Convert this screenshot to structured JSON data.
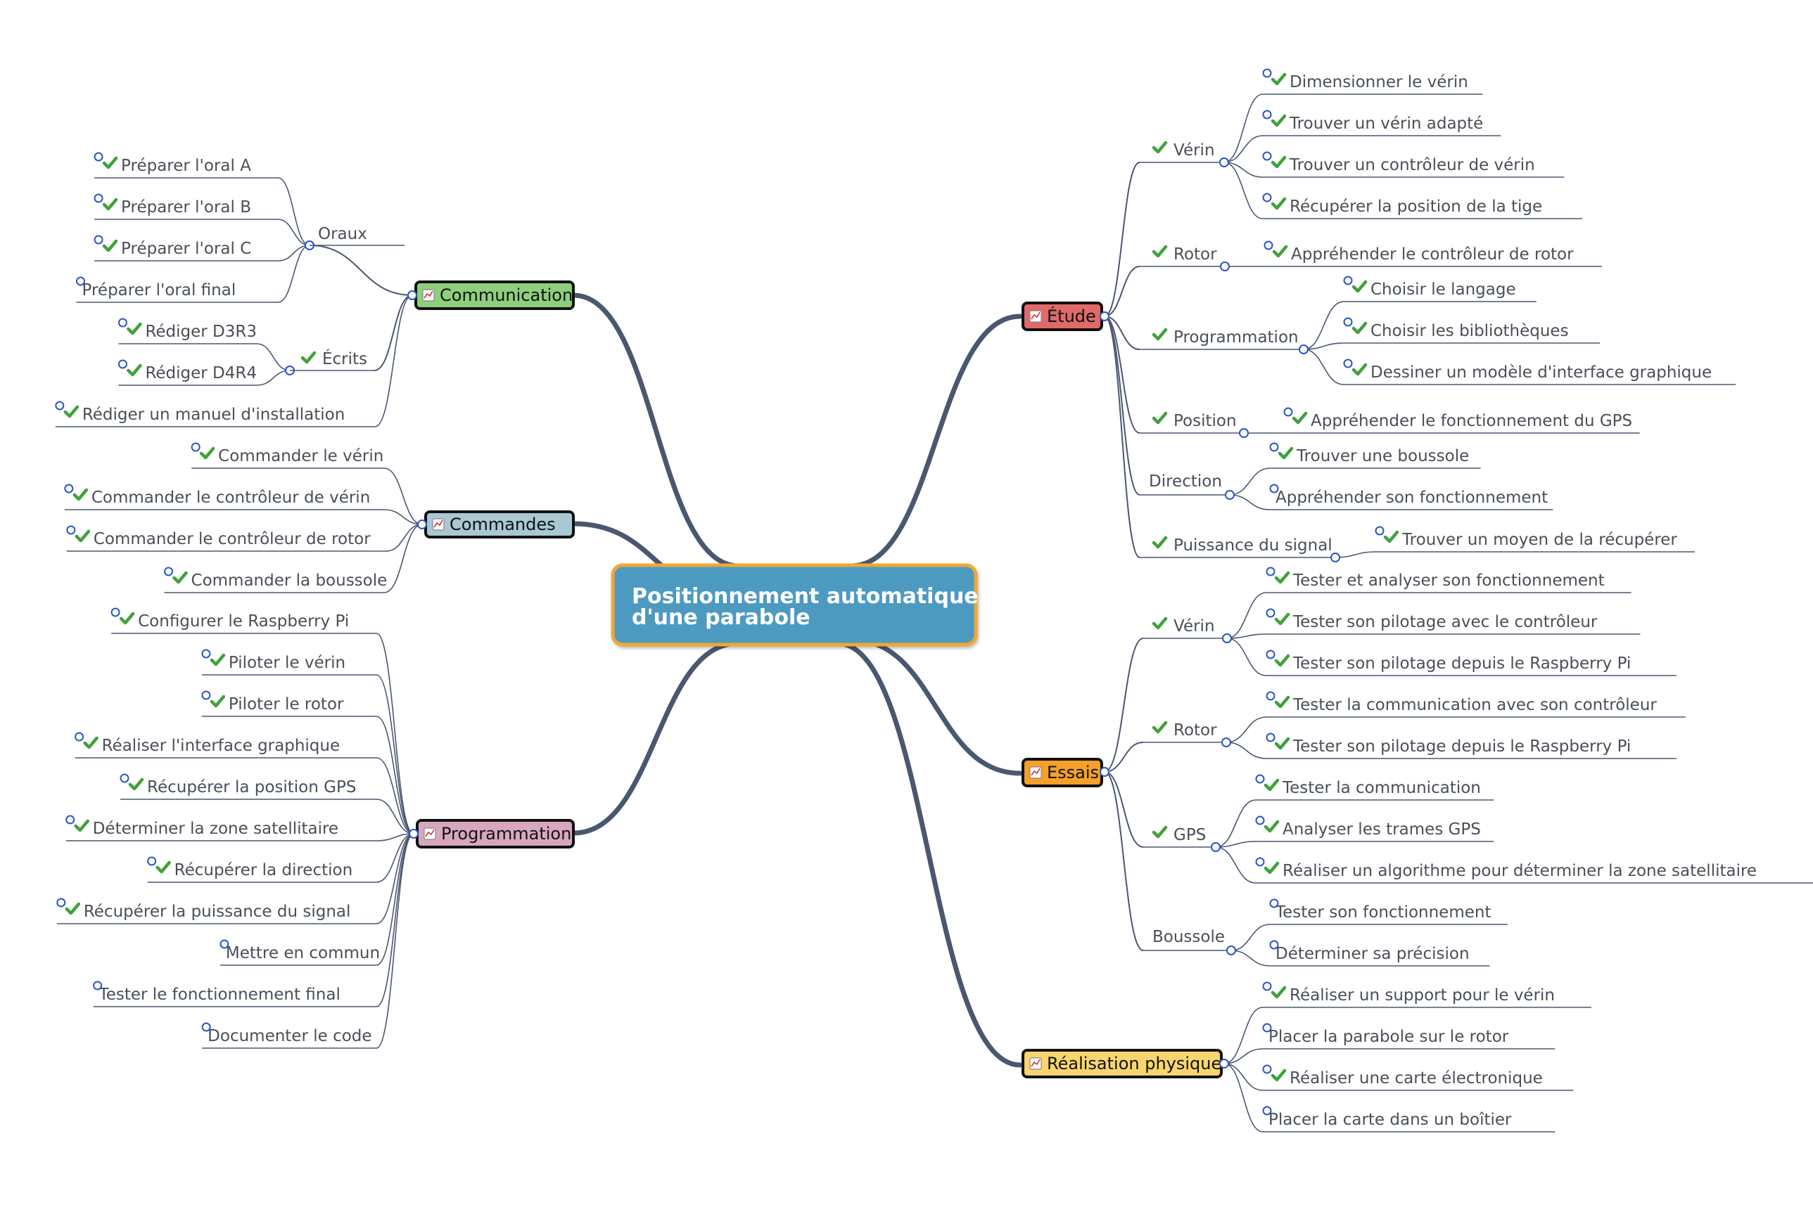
{
  "central": {
    "title_line1": "Positionnement automatique",
    "title_line2": "d'une parabole"
  },
  "branches": {
    "communication": {
      "label": "Communication",
      "color": "#8ecf7c",
      "icon": "chart-icon",
      "nodes": {
        "oraux": {
          "label": "Oraux",
          "checked": false,
          "children": [
            {
              "label": "Préparer l'oral A",
              "checked": true
            },
            {
              "label": "Préparer l'oral B",
              "checked": true
            },
            {
              "label": "Préparer l'oral C",
              "checked": true
            },
            {
              "label": "Préparer l'oral final",
              "checked": false
            }
          ]
        },
        "ecrits": {
          "label": "Écrits",
          "checked": true,
          "children": [
            {
              "label": "Rédiger D3R3",
              "checked": true
            },
            {
              "label": "Rédiger D4R4",
              "checked": true
            }
          ]
        },
        "manuel": {
          "label": "Rédiger un manuel d'installation",
          "checked": true
        }
      }
    },
    "commandes": {
      "label": "Commandes",
      "color": "#a9c8d2",
      "icon": "pill-icon",
      "children": [
        {
          "label": "Commander le vérin",
          "checked": true
        },
        {
          "label": "Commander le contrôleur de vérin",
          "checked": true
        },
        {
          "label": "Commander le contrôleur de rotor",
          "checked": true
        },
        {
          "label": "Commander la boussole",
          "checked": true
        }
      ]
    },
    "programmation": {
      "label": "Programmation",
      "color": "#d8a7bf",
      "icon": "computer-icon",
      "children": [
        {
          "label": "Configurer le Raspberry Pi",
          "checked": true
        },
        {
          "label": "Piloter le vérin",
          "checked": true
        },
        {
          "label": "Piloter le rotor",
          "checked": true
        },
        {
          "label": "Réaliser l'interface graphique",
          "checked": true
        },
        {
          "label": "Récupérer la position GPS",
          "checked": true
        },
        {
          "label": "Déterminer la zone satellitaire",
          "checked": true
        },
        {
          "label": "Récupérer la direction",
          "checked": true
        },
        {
          "label": "Récupérer la puissance du signal",
          "checked": true
        },
        {
          "label": "Mettre en commun",
          "checked": false
        },
        {
          "label": "Tester le fonctionnement final",
          "checked": false
        },
        {
          "label": "Documenter le code",
          "checked": false
        }
      ]
    },
    "etude": {
      "label": "Étude",
      "color": "#e06a6a",
      "icon": "graph-icon",
      "nodes": {
        "verin": {
          "label": "Vérin",
          "checked": true,
          "children": [
            {
              "label": "Dimensionner le vérin",
              "checked": true
            },
            {
              "label": "Trouver un vérin adapté",
              "checked": true
            },
            {
              "label": "Trouver un contrôleur de vérin",
              "checked": true
            },
            {
              "label": "Récupérer la position de la tige",
              "checked": true
            }
          ]
        },
        "rotor": {
          "label": "Rotor",
          "checked": true,
          "children": [
            {
              "label": "Appréhender le contrôleur de rotor",
              "checked": true
            }
          ]
        },
        "programmation": {
          "label": "Programmation",
          "checked": true,
          "children": [
            {
              "label": "Choisir le langage",
              "checked": true
            },
            {
              "label": "Choisir les bibliothèques",
              "checked": true
            },
            {
              "label": "Dessiner un modèle d'interface graphique",
              "checked": true
            }
          ]
        },
        "position": {
          "label": "Position",
          "checked": true,
          "children": [
            {
              "label": "Appréhender le fonctionnement du GPS",
              "checked": true
            }
          ]
        },
        "direction": {
          "label": "Direction",
          "checked": false,
          "children": [
            {
              "label": "Trouver une boussole",
              "checked": true
            },
            {
              "label": "Appréhender son fonctionnement",
              "checked": false
            }
          ]
        },
        "puissance": {
          "label": "Puissance du signal",
          "checked": true,
          "children": [
            {
              "label": "Trouver un moyen de la récupérer",
              "checked": true
            }
          ]
        }
      }
    },
    "essais": {
      "label": "Essais",
      "color": "#f5a02a",
      "icon": "wrench-icon",
      "nodes": {
        "verin": {
          "label": "Vérin",
          "checked": true,
          "children": [
            {
              "label": "Tester et analyser son fonctionnement",
              "checked": true
            },
            {
              "label": "Tester son pilotage avec le contrôleur",
              "checked": true
            },
            {
              "label": "Tester son pilotage depuis le Raspberry Pi",
              "checked": true
            }
          ]
        },
        "rotor": {
          "label": "Rotor",
          "checked": true,
          "children": [
            {
              "label": "Tester la communication avec son contrôleur",
              "checked": true
            },
            {
              "label": "Tester son pilotage depuis le Raspberry Pi",
              "checked": true
            }
          ]
        },
        "gps": {
          "label": "GPS",
          "checked": true,
          "children": [
            {
              "label": "Tester la communication",
              "checked": true
            },
            {
              "label": "Analyser les trames GPS",
              "checked": true
            },
            {
              "label": "Réaliser un algorithme pour déterminer la zone satellitaire",
              "checked": true
            }
          ]
        },
        "boussole": {
          "label": "Boussole",
          "checked": false,
          "children": [
            {
              "label": "Tester son fonctionnement",
              "checked": false
            },
            {
              "label": "Déterminer sa précision",
              "checked": false
            }
          ]
        }
      }
    },
    "realisation": {
      "label": "Réalisation physique",
      "color": "#f9d56e",
      "icon": "hammer-icon",
      "children": [
        {
          "label": "Réaliser un support pour le vérin",
          "checked": true
        },
        {
          "label": "Placer la parabole sur le rotor",
          "checked": false
        },
        {
          "label": "Réaliser une carte électronique",
          "checked": true
        },
        {
          "label": "Placer la carte dans un boîtier",
          "checked": false
        }
      ]
    }
  }
}
